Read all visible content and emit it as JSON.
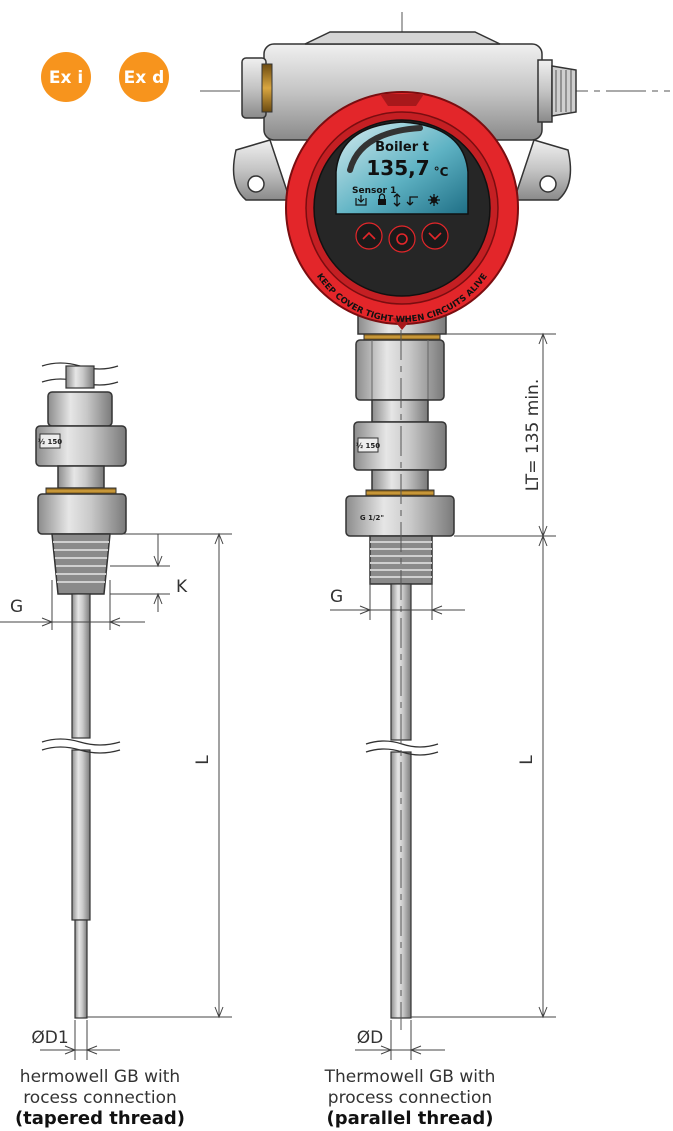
{
  "badges": {
    "ex_i": "Ex i",
    "ex_d": "Ex d",
    "color": "#f7941d"
  },
  "display": {
    "title": "Boiler  t",
    "value": "135,7",
    "unit": "°C",
    "sensor": "Sensor 1",
    "status_icons": [
      "download-icon",
      "lock-icon",
      "arrows-icon",
      "return-icon",
      "sun-icon"
    ],
    "buttons": [
      "up-button",
      "ok-button",
      "down-button"
    ]
  },
  "housing": {
    "ring_text": "KEEP COVER TIGHT WHEN CIRCUITS ALIVE",
    "color": "#e3262a"
  },
  "fittings": {
    "left_size": "½ 150",
    "right_size": "½ 150",
    "thread_mark": "G 1/2\""
  },
  "dimensions": {
    "left_k": "K",
    "left_g": "G",
    "left_l": "L",
    "left_d": "ØD1",
    "right_g": "G",
    "right_lt": "LT= 135 min.",
    "right_l": "L",
    "right_d": "ØD"
  },
  "captions": {
    "left": [
      "hermowell GB with",
      "rocess connection",
      "(tapered thread)"
    ],
    "right": [
      "Thermowell GB with",
      "process connection",
      "(parallel thread)"
    ]
  }
}
